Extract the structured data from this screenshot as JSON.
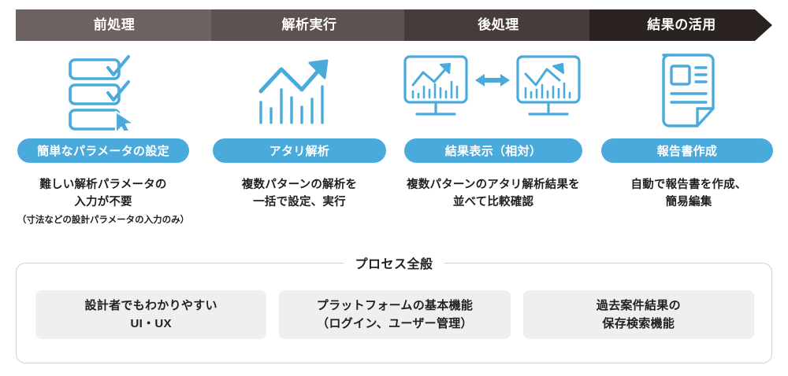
{
  "banner": {
    "steps": [
      {
        "label": "前処理",
        "color": "#6d6360"
      },
      {
        "label": "解析実行",
        "color": "#5c5350"
      },
      {
        "label": "後処理",
        "color": "#463c39"
      },
      {
        "label": "結果の活用",
        "color": "#2b2320"
      }
    ]
  },
  "accent_color": "#4baadc",
  "steps": [
    {
      "icon": "checklist-cursor-icon",
      "pill": "簡単なパラメータの設定",
      "caption_line1": "難しい解析パラメータの",
      "caption_line2": "入力が不要",
      "note": "（寸法などの設計パラメータの入力のみ）"
    },
    {
      "icon": "trend-chart-arrow-icon",
      "pill": "アタリ解析",
      "caption_line1": "複数パターンの解析を",
      "caption_line2": "一括で設定、実行",
      "note": ""
    },
    {
      "icon": "dual-monitor-compare-icon",
      "pill": "結果表示（相対）",
      "caption_line1": "複数パターンのアタリ解析結果を",
      "caption_line2": "並べて比較確認",
      "note": ""
    },
    {
      "icon": "report-document-icon",
      "pill": "報告書作成",
      "caption_line1": "自動で報告書を作成、",
      "caption_line2": "簡易編集",
      "note": ""
    }
  ],
  "overall": {
    "title": "プロセス全般",
    "boxes": [
      {
        "line1": "設計者でもわかりやすい",
        "line2": "UI・UX"
      },
      {
        "line1": "プラットフォームの基本機能",
        "line2": "（ログイン、ユーザー管理）"
      },
      {
        "line1": "過去案件結果の",
        "line2": "保存検索機能"
      }
    ]
  }
}
